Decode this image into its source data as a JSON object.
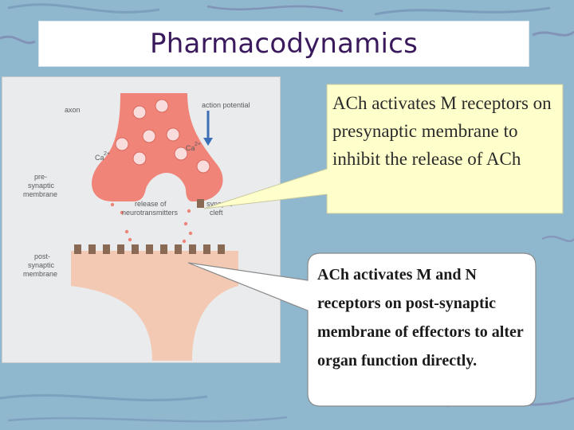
{
  "slide": {
    "title": "Pharmacodynamics"
  },
  "figure": {
    "labels": {
      "axon": "axon",
      "action_potential": "action potential",
      "ca_left": "Ca",
      "ca_right": "Ca",
      "ca_superscript": "2+",
      "presynaptic_membrane_line1": "pre-",
      "presynaptic_membrane_line2": "synaptic",
      "presynaptic_membrane_line3": "membrane",
      "release_line1": "release of",
      "release_line2": "neurotransmitters",
      "cleft_line1": "synaptic",
      "cleft_line2": "cleft",
      "postsynaptic_line1": "post-",
      "postsynaptic_line2": "synaptic",
      "postsynaptic_line3": "membrane"
    }
  },
  "callouts": {
    "presynaptic": {
      "lead": "ACh",
      "text": " activates M receptors on presynaptic membrane to inhibit the release of ACh"
    },
    "postsynaptic": {
      "text": "ACh  activates M and N receptors on post-synaptic membrane of effectors to alter organ function directly."
    }
  },
  "colors": {
    "background": "#8fb8cf",
    "neuron_pre": "#f08478",
    "neuron_post": "#f3c9b3",
    "callout_1_fill": "#ffffcc",
    "callout_2_fill": "#ffffff",
    "title_text": "#3a1a5c"
  }
}
